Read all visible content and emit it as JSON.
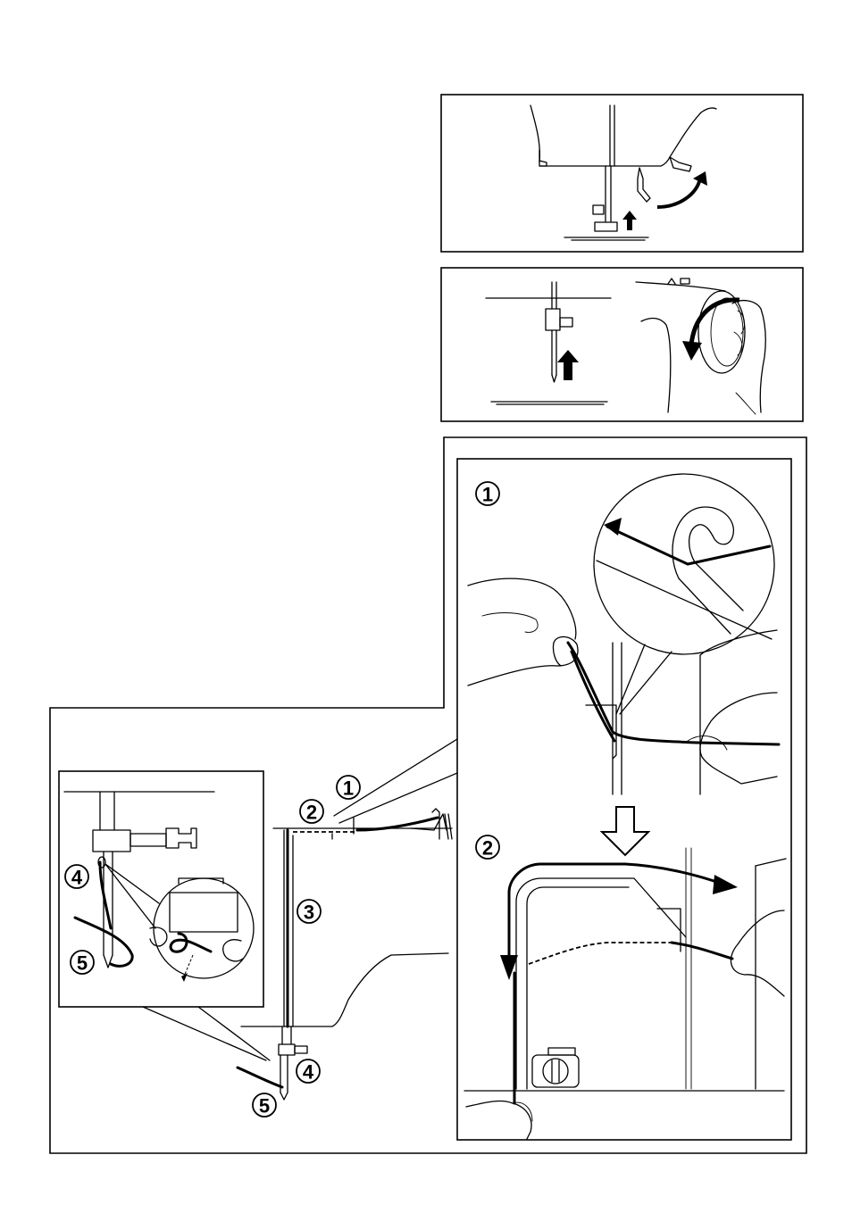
{
  "step_labels": {
    "one": "1",
    "two": "2",
    "three": "3",
    "four": "4",
    "five": "5"
  },
  "icons": [
    "up-arrow-icon",
    "curved-arrow-icon",
    "down-outline-arrow-icon",
    "thread-guide-hook-icon"
  ]
}
